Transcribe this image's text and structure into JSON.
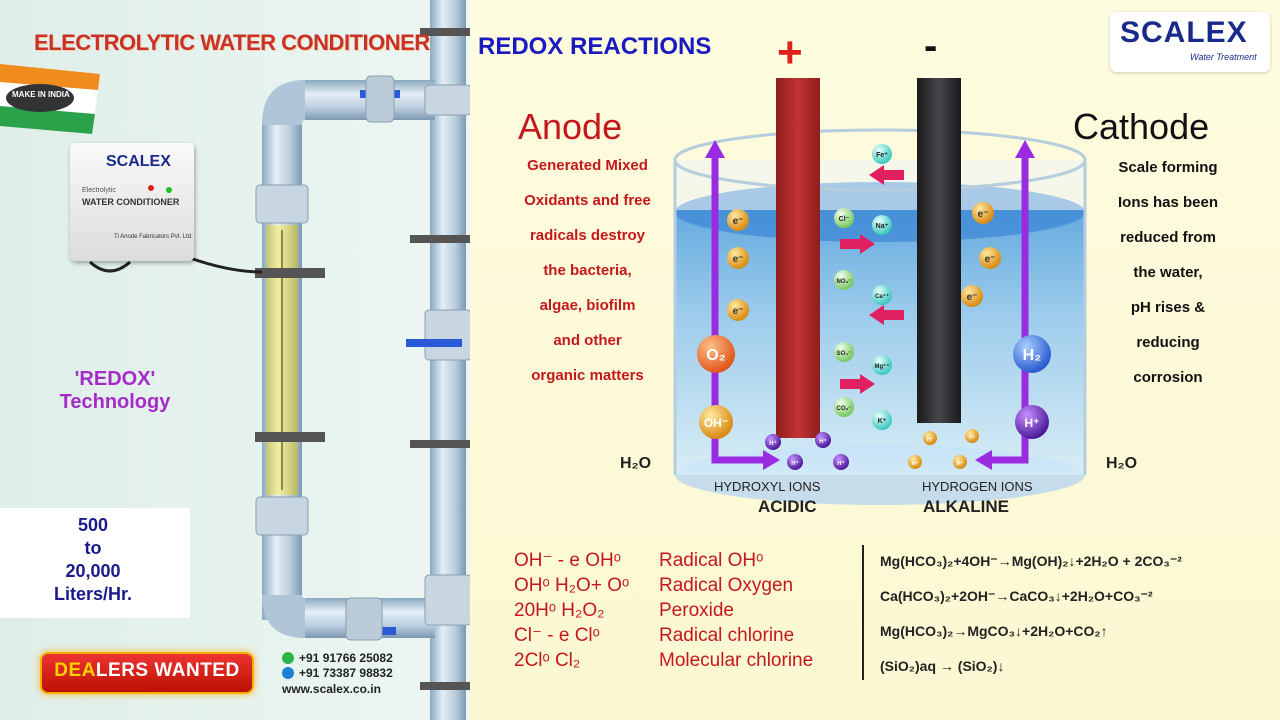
{
  "header": {
    "title": "ELECTROLYTIC WATER CONDITIONER",
    "section_title": "REDOX REACTIONS"
  },
  "logo": {
    "text": "SCALEX",
    "subtitle": "Water Treatment"
  },
  "badge": {
    "text": "MAKE IN INDIA"
  },
  "device": {
    "logo": "SCALEX",
    "line1": "Electrolytic",
    "line2": "WATER CONDITIONER",
    "manufacturer": "Ti Anode Fabricators Pvt. Ltd."
  },
  "technology": {
    "quote": "'REDOX'",
    "label": "Technology"
  },
  "capacity": {
    "line1": "500",
    "line2": "to",
    "line3": "20,000",
    "line4": "Liters/Hr."
  },
  "dealers": {
    "highlight": "DEA",
    "rest": "LERS WANTED"
  },
  "contact": {
    "phone1": "+91 91766 25082",
    "phone2": "+91 73387 98832",
    "website": "www.scalex.co.in"
  },
  "electrodes": {
    "positive": "+",
    "negative": "-"
  },
  "anode": {
    "title": "Anode",
    "lines": [
      "Generated Mixed",
      "Oxidants and free",
      "radicals destroy",
      "the bacteria,",
      "algae, biofilm",
      "and other",
      "organic matters"
    ]
  },
  "cathode": {
    "title": "Cathode",
    "lines": [
      "Scale forming",
      "Ions has been",
      "reduced from",
      "the water,",
      "pH rises &",
      "reducing",
      "corrosion"
    ]
  },
  "tank": {
    "left_h2o": "H₂O",
    "right_h2o": "H₂O",
    "hydroxyl": "HYDROXYL IONS",
    "hydrogen": "HYDROGEN IONS",
    "acidic": "ACIDIC",
    "alkaline": "ALKALINE",
    "o2": "O₂",
    "oh": "OH⁻",
    "h2": "H₂",
    "h_plus": "H⁺",
    "electron": "e⁻",
    "ions": {
      "fe": "Fe⁺",
      "cl": "Cl⁻",
      "na": "Na⁺",
      "no3": "NO₃⁻",
      "ca": "Ca⁺⁺",
      "so4": "SO₄⁻",
      "mg": "Mg⁺⁺",
      "co3": "CO₃⁻",
      "k": "K⁺"
    }
  },
  "reactions": [
    {
      "formula": "OH⁻ - e OHᵒ",
      "name": "Radical OHᵒ"
    },
    {
      "formula": "OHᵒ H₂O+ Oᵒ",
      "name": "Radical Oxygen"
    },
    {
      "formula": "20Hᵒ H₂O₂",
      "name": "Peroxide"
    },
    {
      "formula": "Cl⁻ - e Clᵒ",
      "name": "Radical chlorine"
    },
    {
      "formula": "2Clᵒ Cl₂",
      "name": "Molecular chlorine"
    }
  ],
  "chemistry": [
    "Mg(HCO₃)₂+4OH⁻→Mg(OH)₂↓+2H₂O + 2CO₃⁻²",
    "Ca(HCO₃)₂+2OH⁻→CaCO₃↓+2H₂O+CO₃⁻²",
    "Mg(HCO₃)₂→MgCO₃↓+2H₂O+CO₂↑",
    "(SiO₂)aq → (SiO₂)↓"
  ],
  "colors": {
    "title_red": "#c8322b",
    "section_blue": "#1a1ac0",
    "anode_red": "#c4181c",
    "electrode_red": "#b82a2a",
    "electrode_black": "#2a2a2e",
    "arrow_purple": "#9a2be0",
    "technology_purple": "#a72bc8"
  }
}
